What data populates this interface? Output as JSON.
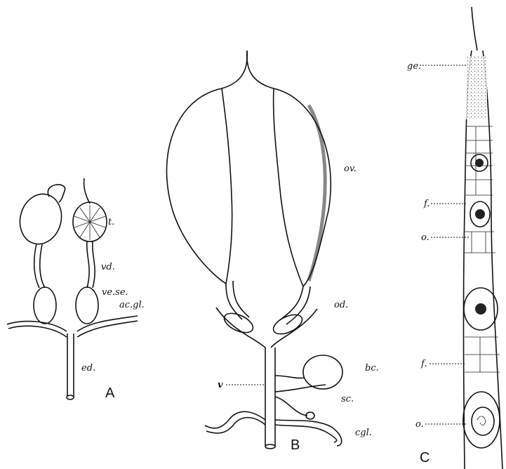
{
  "panels": {
    "A": {
      "letter": "A",
      "labels": {
        "t": "t.",
        "vd": "vd.",
        "vese": "ve.se.",
        "acgl": "ac.gl.",
        "ed": "ed."
      }
    },
    "B": {
      "letter": "B",
      "labels": {
        "ov": "ov.",
        "od": "od.",
        "bc": "bc.",
        "v": "v",
        "sc": "sc.",
        "cgl": "cgl."
      }
    },
    "C": {
      "letter": "C",
      "labels": {
        "ge": "ge.",
        "f1": "f.",
        "o1": "o.",
        "f2": "f.",
        "o2": "o."
      }
    }
  }
}
